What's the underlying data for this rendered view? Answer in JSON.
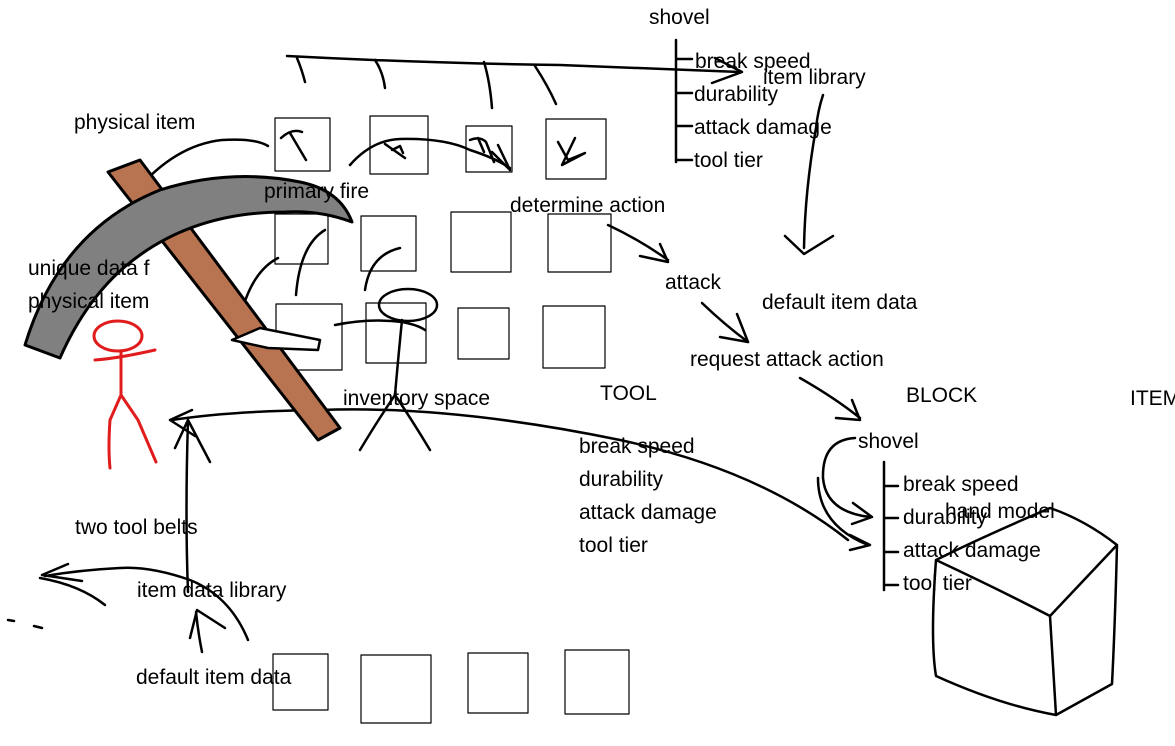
{
  "colors": {
    "ink": "#000000",
    "pickaxe_head": "#808080",
    "pickaxe_handle": "#b87350",
    "stick_figure": "#e01c1c"
  },
  "labels": {
    "shovel_top": "shovel",
    "break_speed_top": "break speed",
    "durability_top": "durability",
    "attack_damage_top": "attack damage",
    "tool_tier_top": "tool tier",
    "item_library": "item library",
    "physical_item": "physical item",
    "primary_fire": "primary fire",
    "determine_action": "determine action",
    "unique_data": "unique data f",
    "physical_item_2": "physical item",
    "attack": "attack",
    "default_item_data_right": "default item data",
    "request_attack_action": "request attack action",
    "inventory_space": "inventory space",
    "tool": "TOOL",
    "block": "BLOCK",
    "item": "ITEM",
    "shovel_right": "shovel",
    "break_speed_mid": "break speed",
    "durability_mid": "durability",
    "attack_damage_mid": "attack damage",
    "tool_tier_mid": "tool tier",
    "break_speed_right": "break speed",
    "durability_right": "durability",
    "hand_model": "hand model",
    "attack_damage_right": "attack damage",
    "tool_tier_right": "tool tier",
    "two_tool_belts": "two tool belts",
    "item_data_library": "item data library",
    "default_item_data_bottom": "default item data"
  }
}
